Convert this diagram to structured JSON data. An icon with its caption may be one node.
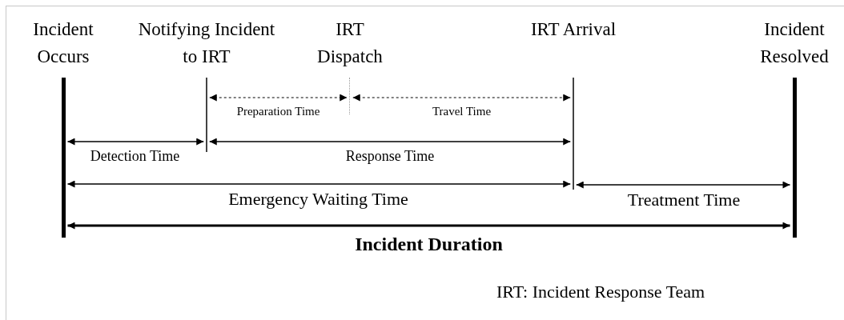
{
  "diagram": {
    "nodes": [
      {
        "text": [],
        "shape": "bar",
        "beside": [
          "Incident Occurs"
        ]
      },
      {
        "text": [],
        "shape": "bar",
        "beside": [
          "Notifying Incident to IRT"
        ]
      },
      {
        "text": [],
        "shape": "bar",
        "beside": [
          "IRT Dispatch"
        ]
      },
      {
        "text": [],
        "shape": "bar",
        "beside": [
          "IRT Arrival"
        ]
      },
      {
        "text": [],
        "shape": "bar",
        "beside": [
          "Incident Resolved"
        ]
      }
    ],
    "edges": [
      {
        "from": 1,
        "to": 2,
        "arrow": "both",
        "label": "Preparation Time",
        "style": "dashed"
      },
      {
        "from": 2,
        "to": 3,
        "arrow": "both",
        "label": "Travel Time",
        "style": "dashed"
      },
      {
        "from": 0,
        "to": 1,
        "arrow": "both",
        "label": "Detection Time"
      },
      {
        "from": 1,
        "to": 3,
        "arrow": "both",
        "label": "Response Time"
      },
      {
        "from": 0,
        "to": 3,
        "arrow": "both",
        "label": "Emergency Waiting Time"
      },
      {
        "from": 3,
        "to": 4,
        "arrow": "both",
        "label": "Treatment Time"
      },
      {
        "from": 0,
        "to": 4,
        "arrow": "both",
        "label": "Incident Duration",
        "style": "thick"
      }
    ],
    "labels": [
      "IRT: Incident Response Team"
    ]
  }
}
